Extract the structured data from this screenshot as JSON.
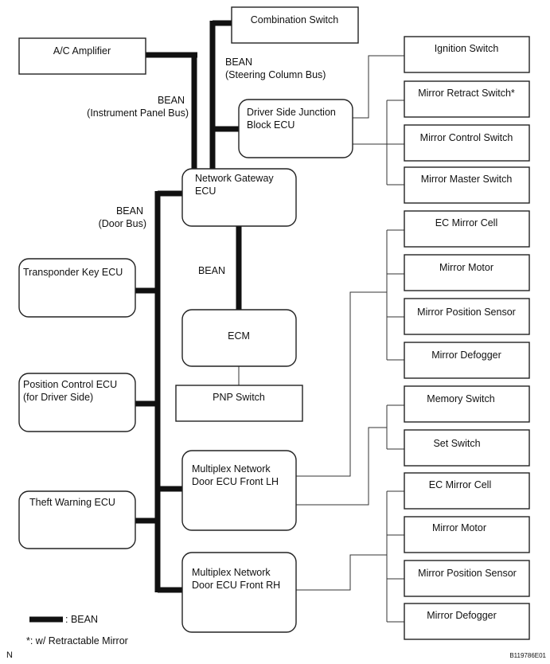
{
  "boxes": {
    "combination_switch": "Combination Switch",
    "ac_amplifier": "A/C Amplifier",
    "ignition_switch": "Ignition Switch",
    "driver_jb_l1": "Driver Side Junction",
    "driver_jb_l2": "Block ECU",
    "mirror_retract_switch": "Mirror Retract Switch*",
    "mirror_control_switch": "Mirror Control Switch",
    "mirror_master_switch": "Mirror Master Switch",
    "network_gateway_l1": "Network Gateway",
    "network_gateway_l2": "ECU",
    "ec_mirror_cell_lh": "EC Mirror Cell",
    "mirror_motor_lh": "Mirror Motor",
    "mirror_position_sensor_lh": "Mirror Position Sensor",
    "mirror_defogger_lh": "Mirror Defogger",
    "transponder_key_ecu": "Transponder Key ECU",
    "ecm": "ECM",
    "pnp_switch": "PNP Switch",
    "position_control_l1": "Position Control ECU",
    "position_control_l2": "(for Driver Side)",
    "memory_switch": "Memory Switch",
    "set_switch": "Set Switch",
    "door_ecu_lh_l1": "Multiplex Network",
    "door_ecu_lh_l2": "Door ECU Front LH",
    "theft_warning_ecu": "Theft Warning ECU",
    "ec_mirror_cell_rh": "EC Mirror Cell",
    "mirror_motor_rh": "Mirror Motor",
    "mirror_position_sensor_rh": "Mirror Position Sensor",
    "mirror_defogger_rh": "Mirror Defogger",
    "door_ecu_rh_l1": "Multiplex Network",
    "door_ecu_rh_l2": "Door ECU Front RH"
  },
  "bus_labels": {
    "steering_l1": "BEAN",
    "steering_l2": "(Steering Column Bus)",
    "instrument_l1": "BEAN",
    "instrument_l2": "(Instrument Panel Bus)",
    "door_l1": "BEAN",
    "door_l2": "(Door Bus)",
    "ecm_link": "BEAN"
  },
  "legend": {
    "bean": ": BEAN",
    "footnote": "*: w/ Retractable Mirror"
  },
  "corner": {
    "left": "N",
    "right": "B119786E01"
  }
}
